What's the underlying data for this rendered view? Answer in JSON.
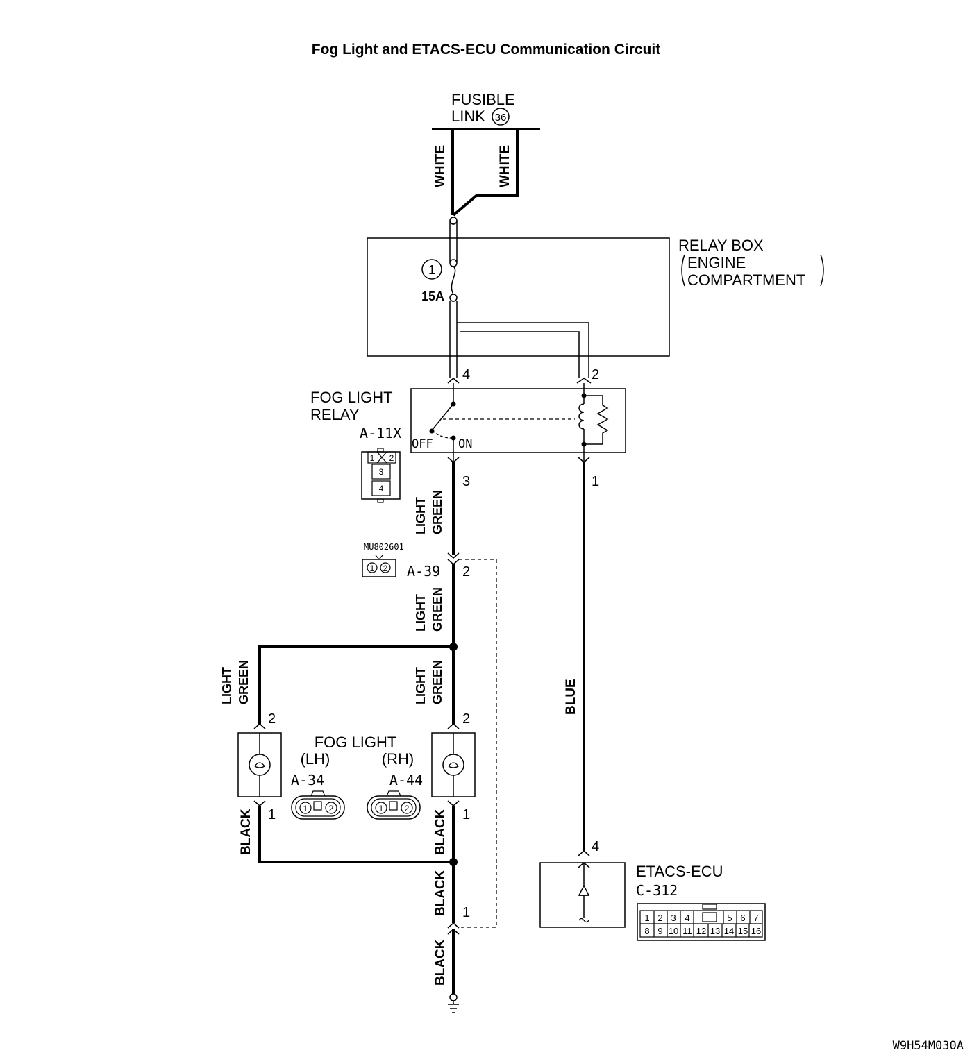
{
  "title": "Fog Light and ETACS-ECU Communication Circuit",
  "fusible_link": {
    "line1": "FUSIBLE",
    "line2": "LINK",
    "number": "36"
  },
  "relay_box": {
    "line1": "RELAY BOX",
    "line2": "ENGINE",
    "line3": "COMPARTMENT",
    "fuse_number": "1",
    "fuse_rating": "15A"
  },
  "fog_light_relay": {
    "line1": "FOG LIGHT",
    "line2": "RELAY",
    "connector": "A-11X",
    "off_label": "OFF",
    "on_label": "ON",
    "pin1": "1",
    "pin2": "2",
    "pin3": "3",
    "pin4": "4",
    "cavities": [
      "1",
      "2",
      "3",
      "4"
    ]
  },
  "junction": {
    "part_number": "MU802601",
    "connector": "A-39",
    "pin_top": "2",
    "pin_bottom": "1",
    "cavities": [
      "1",
      "2"
    ]
  },
  "fog_light": {
    "label": "FOG LIGHT",
    "lh_label": "(LH)",
    "rh_label": "(RH)",
    "lh_connector": "A-34",
    "rh_connector": "A-44",
    "pin_top": "2",
    "pin_bottom": "1",
    "cavities": [
      "1",
      "2"
    ]
  },
  "etacs": {
    "line1": "ETACS-ECU",
    "connector": "C-312",
    "pin": "4",
    "cavities_row1": [
      "1",
      "2",
      "3",
      "4",
      "5",
      "6",
      "7"
    ],
    "cavities_row2": [
      "8",
      "9",
      "10",
      "11",
      "12",
      "13",
      "14",
      "15",
      "16"
    ]
  },
  "wires": {
    "white": "WHITE",
    "light": "LIGHT",
    "green": "GREEN",
    "blue": "BLUE",
    "black": "BLACK"
  },
  "figure_code": "W9H54M030A"
}
